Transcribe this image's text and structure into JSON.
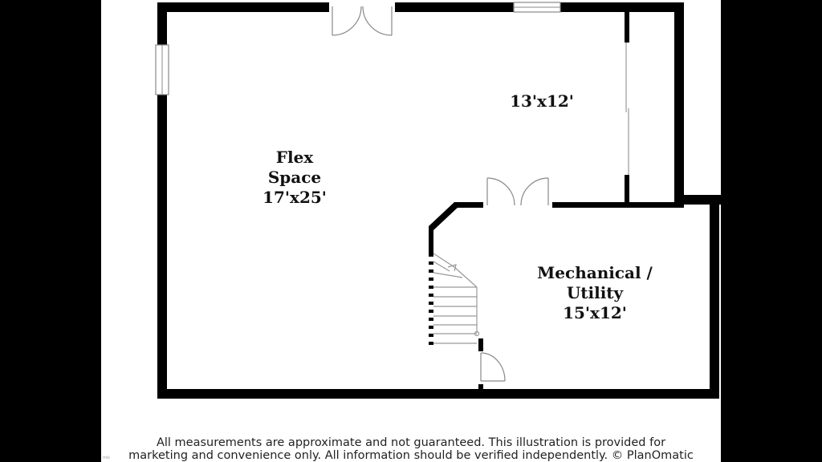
{
  "floorplan": {
    "rooms": [
      {
        "id": "flex-space",
        "lines": [
          "Flex",
          "Space",
          "17'x25'"
        ]
      },
      {
        "id": "room-13x12",
        "lines": [
          "13'x12'"
        ]
      },
      {
        "id": "mechanical-utility",
        "lines": [
          "Mechanical /",
          "Utility",
          "15'x12'"
        ]
      }
    ],
    "disclaimer": {
      "line1": "All measurements are approximate and not guaranteed. This illustration is provided for",
      "line2": "marketing and convenience only. All information should be verified independently. © PlanOmatic"
    },
    "colors": {
      "wall": "#000000",
      "background": "#ffffff",
      "fixture": "#888888"
    }
  }
}
